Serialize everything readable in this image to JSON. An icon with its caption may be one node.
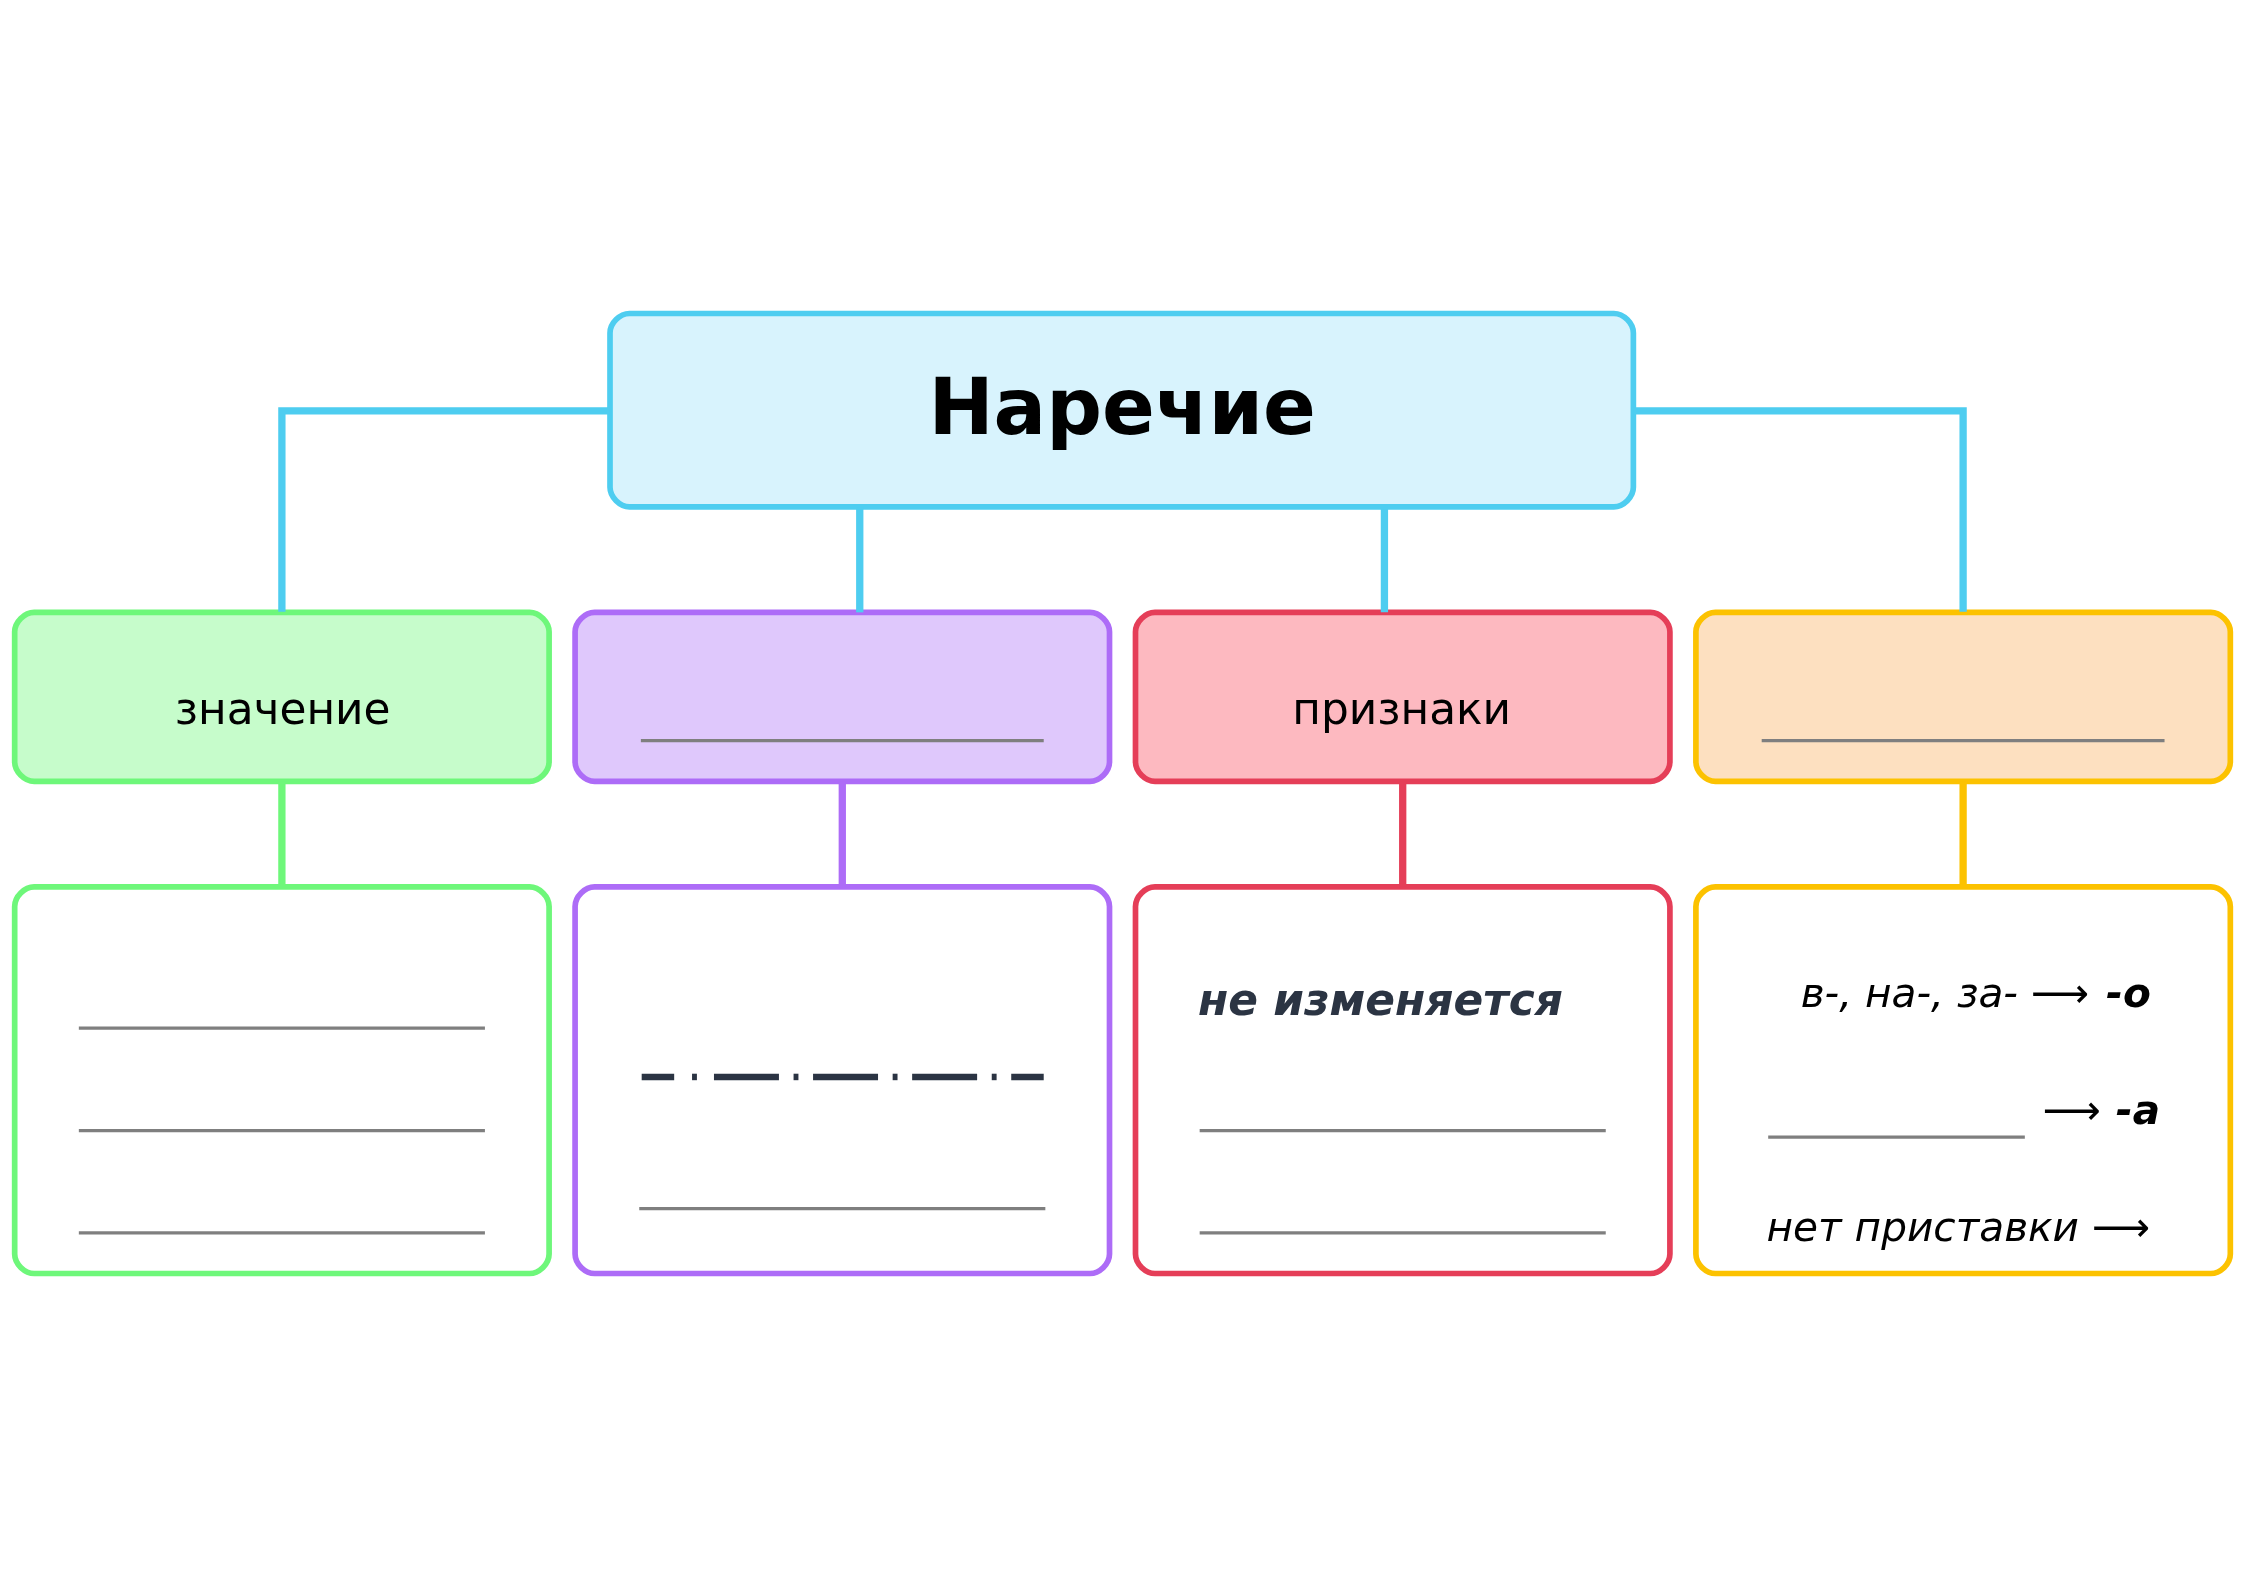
{
  "diagram": {
    "nodes": [
      {
        "text": [
          "Наречие"
        ]
      },
      {
        "text": [
          "значение"
        ]
      },
      {
        "text": [],
        "shape": "box"
      },
      {
        "text": [
          "признаки"
        ]
      },
      {
        "text": [],
        "shape": "box"
      },
      {
        "text": [],
        "shape": "box"
      },
      {
        "text": [],
        "shape": "box"
      },
      {
        "text": [
          "не изменяется"
        ]
      },
      {
        "text": [
          "в-, на-, за- ⟶ **-о**",
          "⟶ **-а**",
          "нет приставки ⟶"
        ]
      }
    ],
    "edges": [
      {
        "from": 0,
        "to": 1,
        "arrow": "none"
      },
      {
        "from": 0,
        "to": 2,
        "arrow": "none"
      },
      {
        "from": 0,
        "to": 3,
        "arrow": "none"
      },
      {
        "from": 0,
        "to": 4,
        "arrow": "none"
      },
      {
        "from": 1,
        "to": 5,
        "arrow": "none",
        "color": "#6ef77a"
      },
      {
        "from": 2,
        "to": 6,
        "arrow": "none",
        "color": "#ad6cf7"
      },
      {
        "from": 3,
        "to": 7,
        "arrow": "none",
        "color": "#e53e58"
      },
      {
        "from": 4,
        "to": 8,
        "arrow": "none",
        "color": "#fcc200"
      }
    ]
  }
}
